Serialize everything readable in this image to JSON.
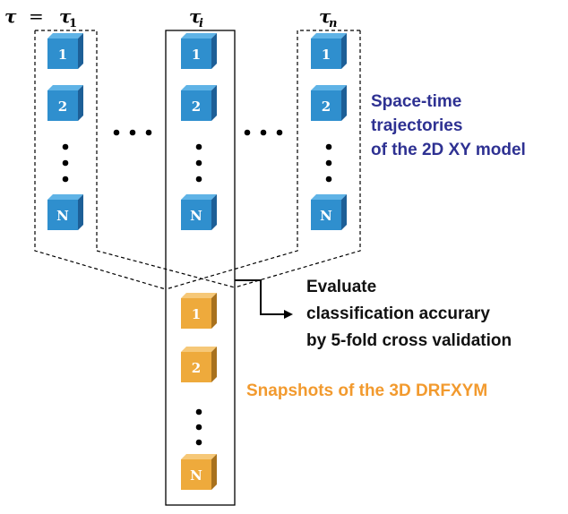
{
  "equation": {
    "lhs": "τ",
    "eq": "=",
    "columns": [
      {
        "symbol": "τ",
        "subscript": "1"
      },
      {
        "symbol": "τ",
        "subscript": "i"
      },
      {
        "symbol": "τ",
        "subscript": "n"
      }
    ]
  },
  "trajectory_labels": [
    "1",
    "2",
    "N"
  ],
  "snapshot_labels": [
    "1",
    "2",
    "N"
  ],
  "blue_caption": [
    "Space-time",
    "trajectories",
    "of the 2D XY model"
  ],
  "evaluate_caption": [
    "Evaluate",
    "classification accurary",
    "by 5-fold cross validation"
  ],
  "orange_caption": "Snapshots of the 3D DRFXYM",
  "colors": {
    "blue_cube_front": "#2f8fce",
    "blue_cube_top": "#5fb3e6",
    "blue_cube_side": "#1d5f97",
    "orange_cube_front": "#eeaa3c",
    "orange_cube_top": "#f6c878",
    "orange_cube_side": "#a8711d",
    "blue_text": "#2e3192",
    "orange_text": "#f29a2e"
  }
}
